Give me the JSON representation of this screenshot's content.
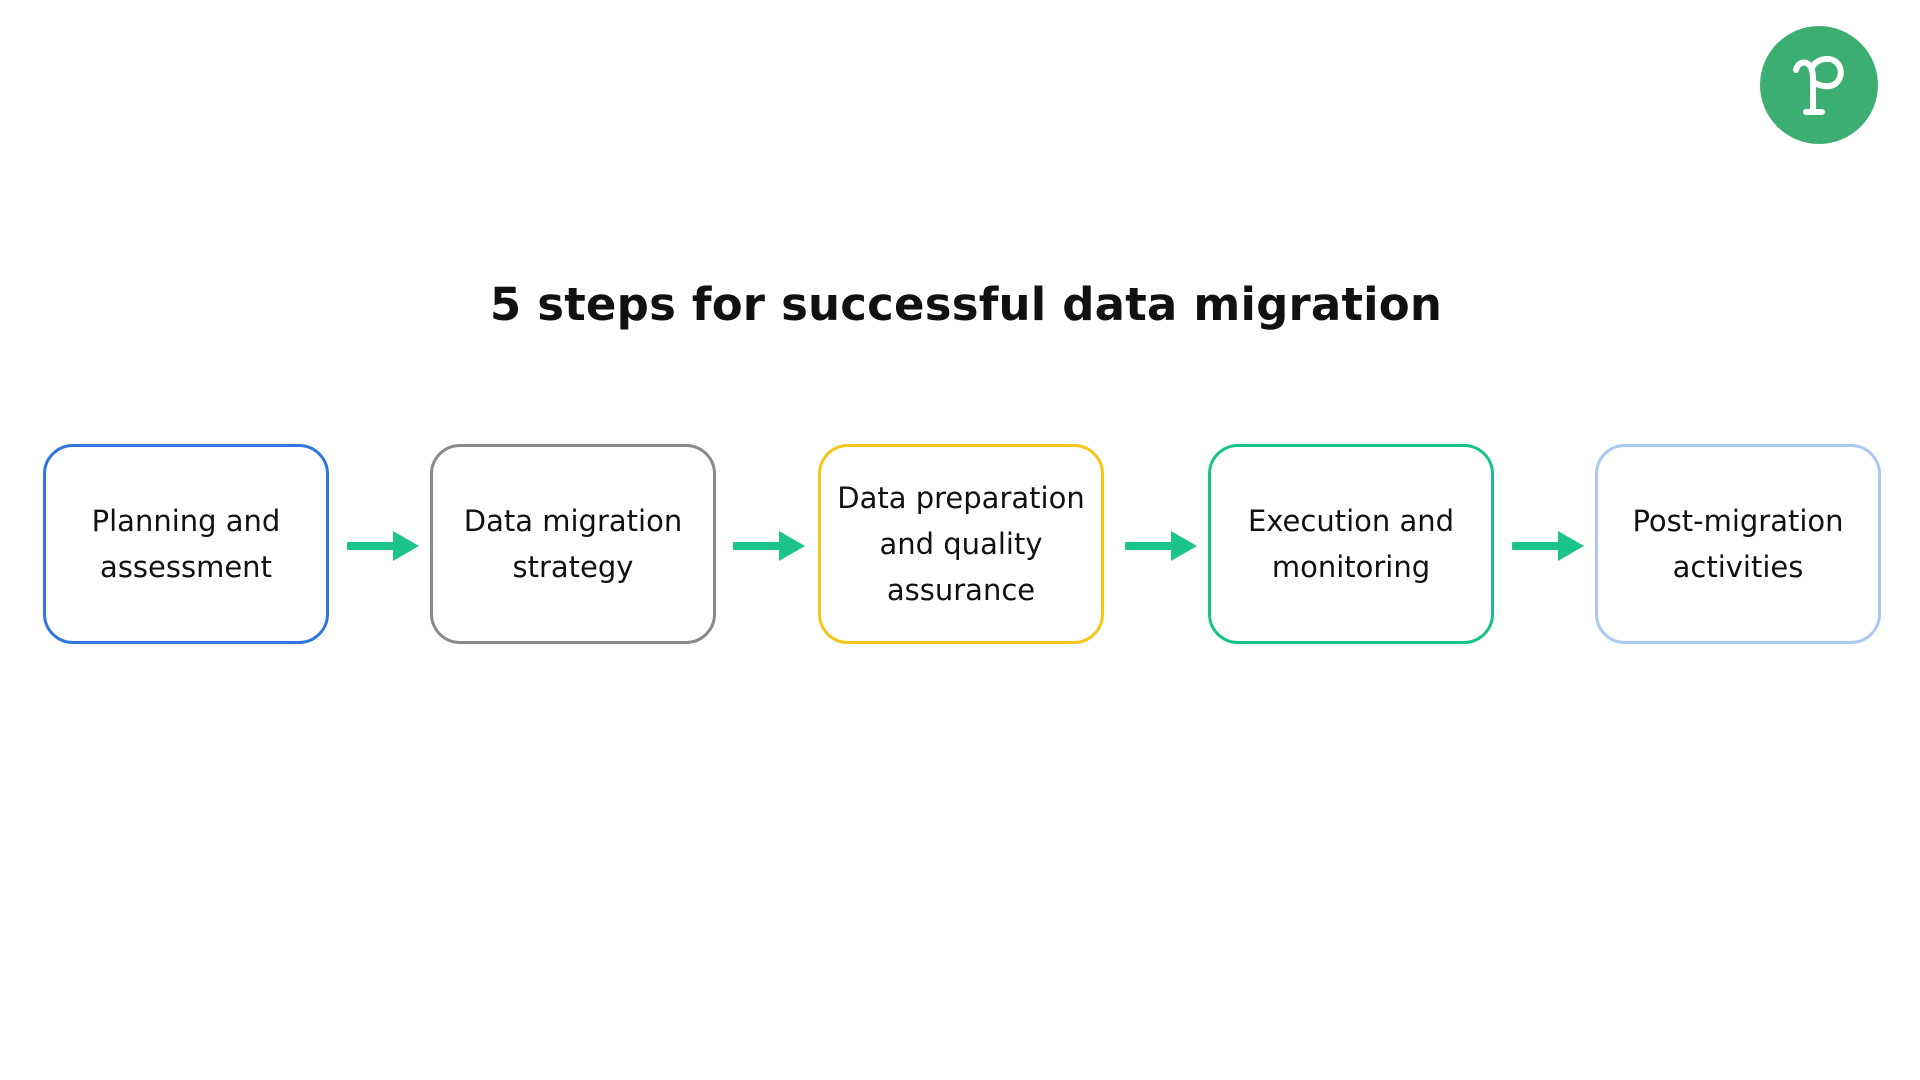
{
  "title": "5 steps for successful data migration",
  "logo": {
    "icon": "p-monogram-logo",
    "color": "#3DAE72"
  },
  "arrow_color": "#1DC48A",
  "steps": [
    {
      "label": "Planning and\nassessment",
      "border_color": "#2F76E0"
    },
    {
      "label": "Data migration\nstrategy",
      "border_color": "#8A8A8A"
    },
    {
      "label": "Data preparation\nand quality\nassurance",
      "border_color": "#F5C518"
    },
    {
      "label": "Execution and\nmonitoring",
      "border_color": "#17C28A"
    },
    {
      "label": "Post-migration\nactivities",
      "border_color": "#A9C8F3"
    }
  ]
}
